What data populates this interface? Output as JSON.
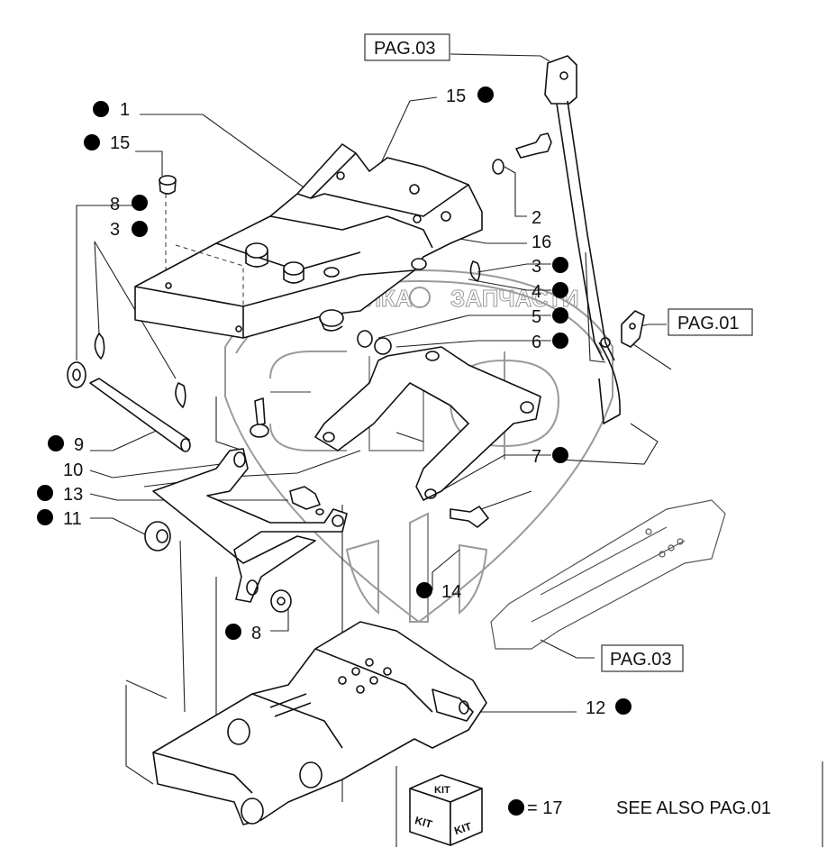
{
  "references": {
    "top": "PAG.03",
    "right": "PAG.01",
    "bottom": "PAG.03"
  },
  "labels": {
    "l1": "1",
    "l15a": "15",
    "l15b": "15",
    "l8a": "8",
    "l3a": "3",
    "l2": "2",
    "l16": "16",
    "l3b": "3",
    "l4": "4",
    "l5": "5",
    "l6": "6",
    "l9": "9",
    "l10": "10",
    "l13": "13",
    "l11": "11",
    "l7": "7",
    "l14": "14",
    "l8b": "8",
    "l12": "12"
  },
  "watermark": {
    "left_text": "ТЕХНИКА",
    "right_text": "ЗАПЧАСТИ"
  },
  "legend": {
    "kit_top": "KIT",
    "kit_left": "KIT",
    "kit_right": "KIT",
    "equals": "= 17",
    "see_also": "SEE ALSO PAG.01"
  },
  "colors": {
    "line": "#222222",
    "watermark": "#9a9a9a",
    "dot": "#000000"
  }
}
